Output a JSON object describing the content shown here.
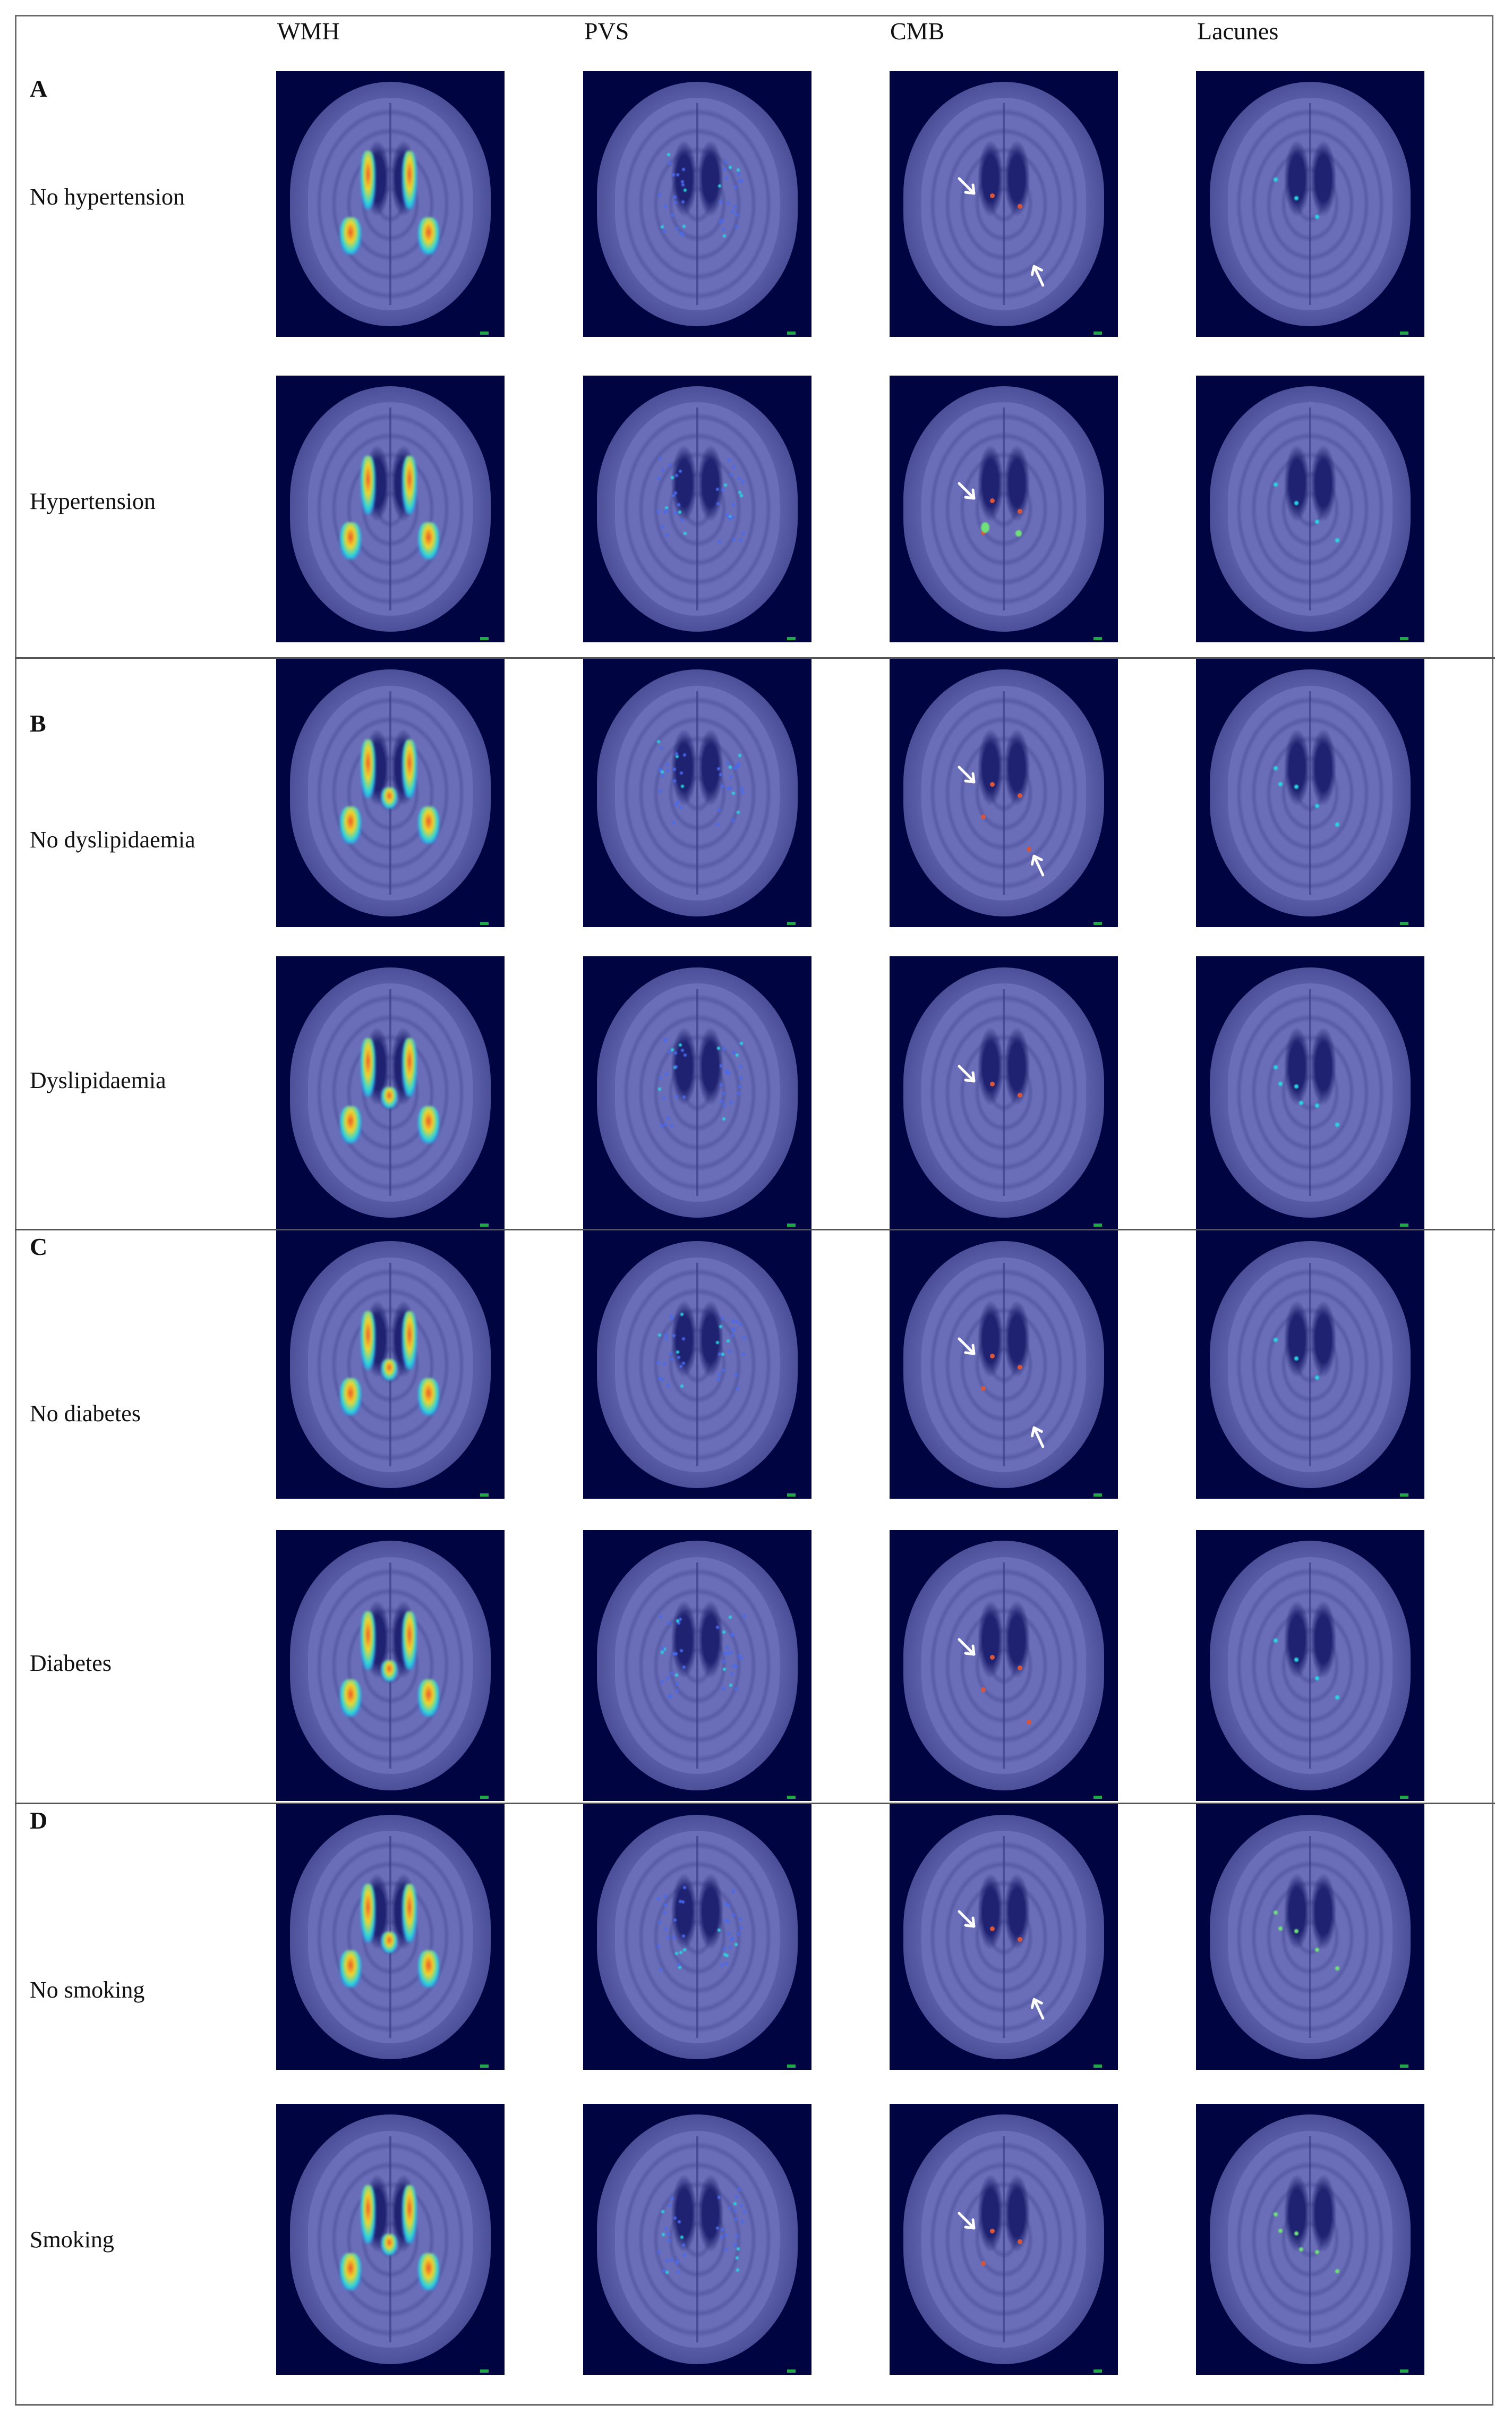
{
  "figure": {
    "column_headers": [
      "WMH",
      "PVS",
      "CMB",
      "Lacunes"
    ],
    "sections": [
      {
        "letter": "A",
        "rows": [
          {
            "label": "No hypertension"
          },
          {
            "label": "Hypertension"
          }
        ]
      },
      {
        "letter": "B",
        "rows": [
          {
            "label": "No dyslipidaemia"
          },
          {
            "label": "Dyslipidaemia"
          }
        ]
      },
      {
        "letter": "C",
        "rows": [
          {
            "label": "No diabetes"
          },
          {
            "label": "Diabetes"
          }
        ]
      },
      {
        "letter": "D",
        "rows": [
          {
            "label": "No smoking"
          },
          {
            "label": "Smoking"
          }
        ]
      }
    ],
    "colors": {
      "panel_background": "#000440",
      "brain_tissue": "#6064ae",
      "heatmap_high": "#e8502a",
      "heatmap_mid": "#f2d72a",
      "heatmap_low": "#29d6e0",
      "cmb_marker": "#d9553a",
      "lacune_marker": "#6fe07a",
      "arrow": "#ffffff",
      "frame_border": "#6b6b6b"
    }
  }
}
